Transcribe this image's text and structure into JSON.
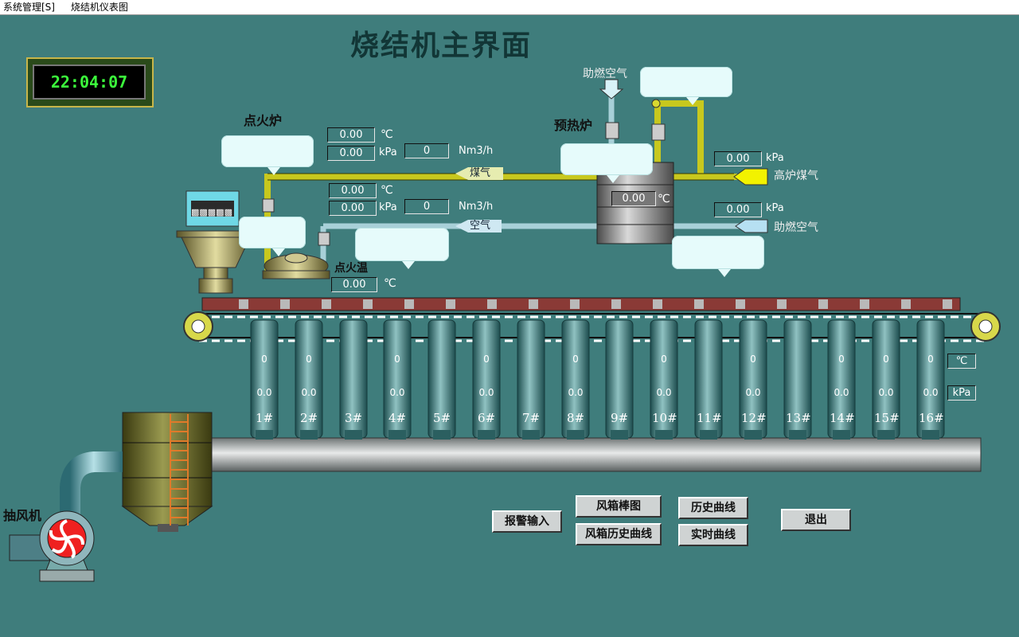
{
  "menu": {
    "system": "系统管理[S]",
    "window": "烧结机仪表图"
  },
  "title": "烧结机主界面",
  "clock": "22:04:07",
  "labels": {
    "ignition_furnace": "点火炉",
    "preheat_furnace": "预热炉",
    "exhaust_fan": "抽风机",
    "ignition_temp": "点火温",
    "combustion_air_top": "助燃空气",
    "blast_gas": "高炉煤气",
    "combustion_air_right": "助燃空气",
    "gas": "煤气",
    "air": "空气"
  },
  "units": {
    "c": "℃",
    "kpa": "kPa",
    "flow": "Nm3/h"
  },
  "readings": {
    "ign_gas_temp": "0.00",
    "ign_gas_press": "0.00",
    "ign_gas_flow": "0",
    "ign_air_temp": "0.00",
    "ign_air_press": "0.00",
    "ign_air_flow": "0",
    "ignition_temp": "0.00",
    "preheat_temp": "0.00",
    "blast_gas_press": "0.00",
    "comb_air_press": "0.00"
  },
  "windboxes": [
    {
      "label": "1#",
      "temp": "0",
      "press": "0.0"
    },
    {
      "label": "2#",
      "temp": "0",
      "press": "0.0"
    },
    {
      "label": "3#",
      "temp": "",
      "press": ""
    },
    {
      "label": "4#",
      "temp": "0",
      "press": "0.0"
    },
    {
      "label": "5#",
      "temp": "",
      "press": ""
    },
    {
      "label": "6#",
      "temp": "0",
      "press": "0.0"
    },
    {
      "label": "7#",
      "temp": "",
      "press": ""
    },
    {
      "label": "8#",
      "temp": "0",
      "press": "0.0"
    },
    {
      "label": "9#",
      "temp": "",
      "press": ""
    },
    {
      "label": "10#",
      "temp": "0",
      "press": "0.0"
    },
    {
      "label": "11#",
      "temp": "",
      "press": ""
    },
    {
      "label": "12#",
      "temp": "0",
      "press": "0.0"
    },
    {
      "label": "13#",
      "temp": "",
      "press": ""
    },
    {
      "label": "14#",
      "temp": "0",
      "press": "0.0"
    },
    {
      "label": "15#",
      "temp": "0",
      "press": "0.0"
    },
    {
      "label": "16#",
      "temp": "0",
      "press": "0.0"
    }
  ],
  "buttons": {
    "alarm_input": "报警输入",
    "windbox_bar": "风箱棒图",
    "windbox_history": "风箱历史曲线",
    "history_curve": "历史曲线",
    "realtime_curve": "实时曲线",
    "exit": "退出"
  },
  "colors": {
    "background": "#3f7d7c",
    "gas_pipe": "#c8c81e",
    "air_pipe": "#a8d0d8",
    "clock_digits": "#3cff3c"
  }
}
